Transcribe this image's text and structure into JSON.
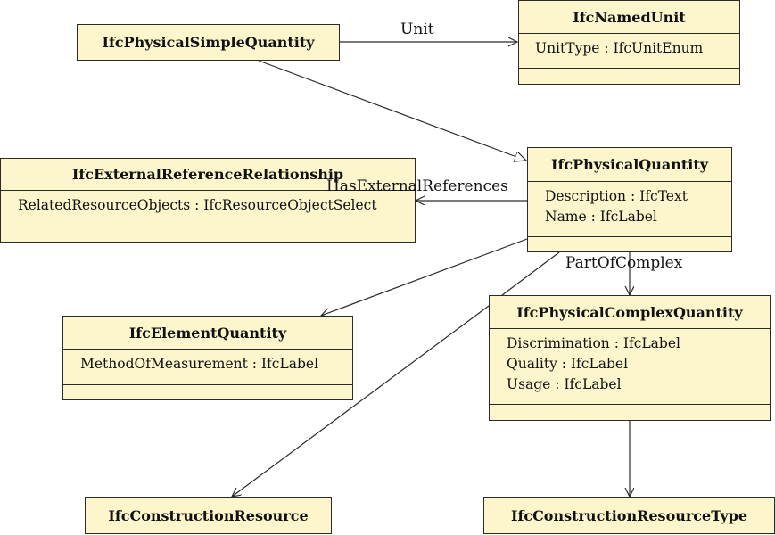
{
  "classes": {
    "physical_simple_quantity": {
      "name": "IfcPhysicalSimpleQuantity"
    },
    "named_unit": {
      "name": "IfcNamedUnit",
      "attributes": [
        "UnitType : IfcUnitEnum"
      ]
    },
    "external_reference_relationship": {
      "name": "IfcExternalReferenceRelationship",
      "attributes": [
        "RelatedResourceObjects : IfcResourceObjectSelect"
      ]
    },
    "physical_quantity": {
      "name": "IfcPhysicalQuantity",
      "attributes": [
        "Description : IfcText",
        "Name : IfcLabel"
      ]
    },
    "element_quantity": {
      "name": "IfcElementQuantity",
      "attributes": [
        "MethodOfMeasurement : IfcLabel"
      ]
    },
    "physical_complex_quantity": {
      "name": "IfcPhysicalComplexQuantity",
      "attributes": [
        "Discrimination : IfcLabel",
        "Quality : IfcLabel",
        "Usage : IfcLabel"
      ]
    },
    "construction_resource": {
      "name": "IfcConstructionResource"
    },
    "construction_resource_type": {
      "name": "IfcConstructionResourceType"
    }
  },
  "relations": {
    "unit": "Unit",
    "has_external_references": "HasExternalReferences",
    "part_of_complex": "PartOfComplex"
  },
  "colors": {
    "class_fill": "#fdf6cc",
    "line": "#2a2a2a"
  }
}
